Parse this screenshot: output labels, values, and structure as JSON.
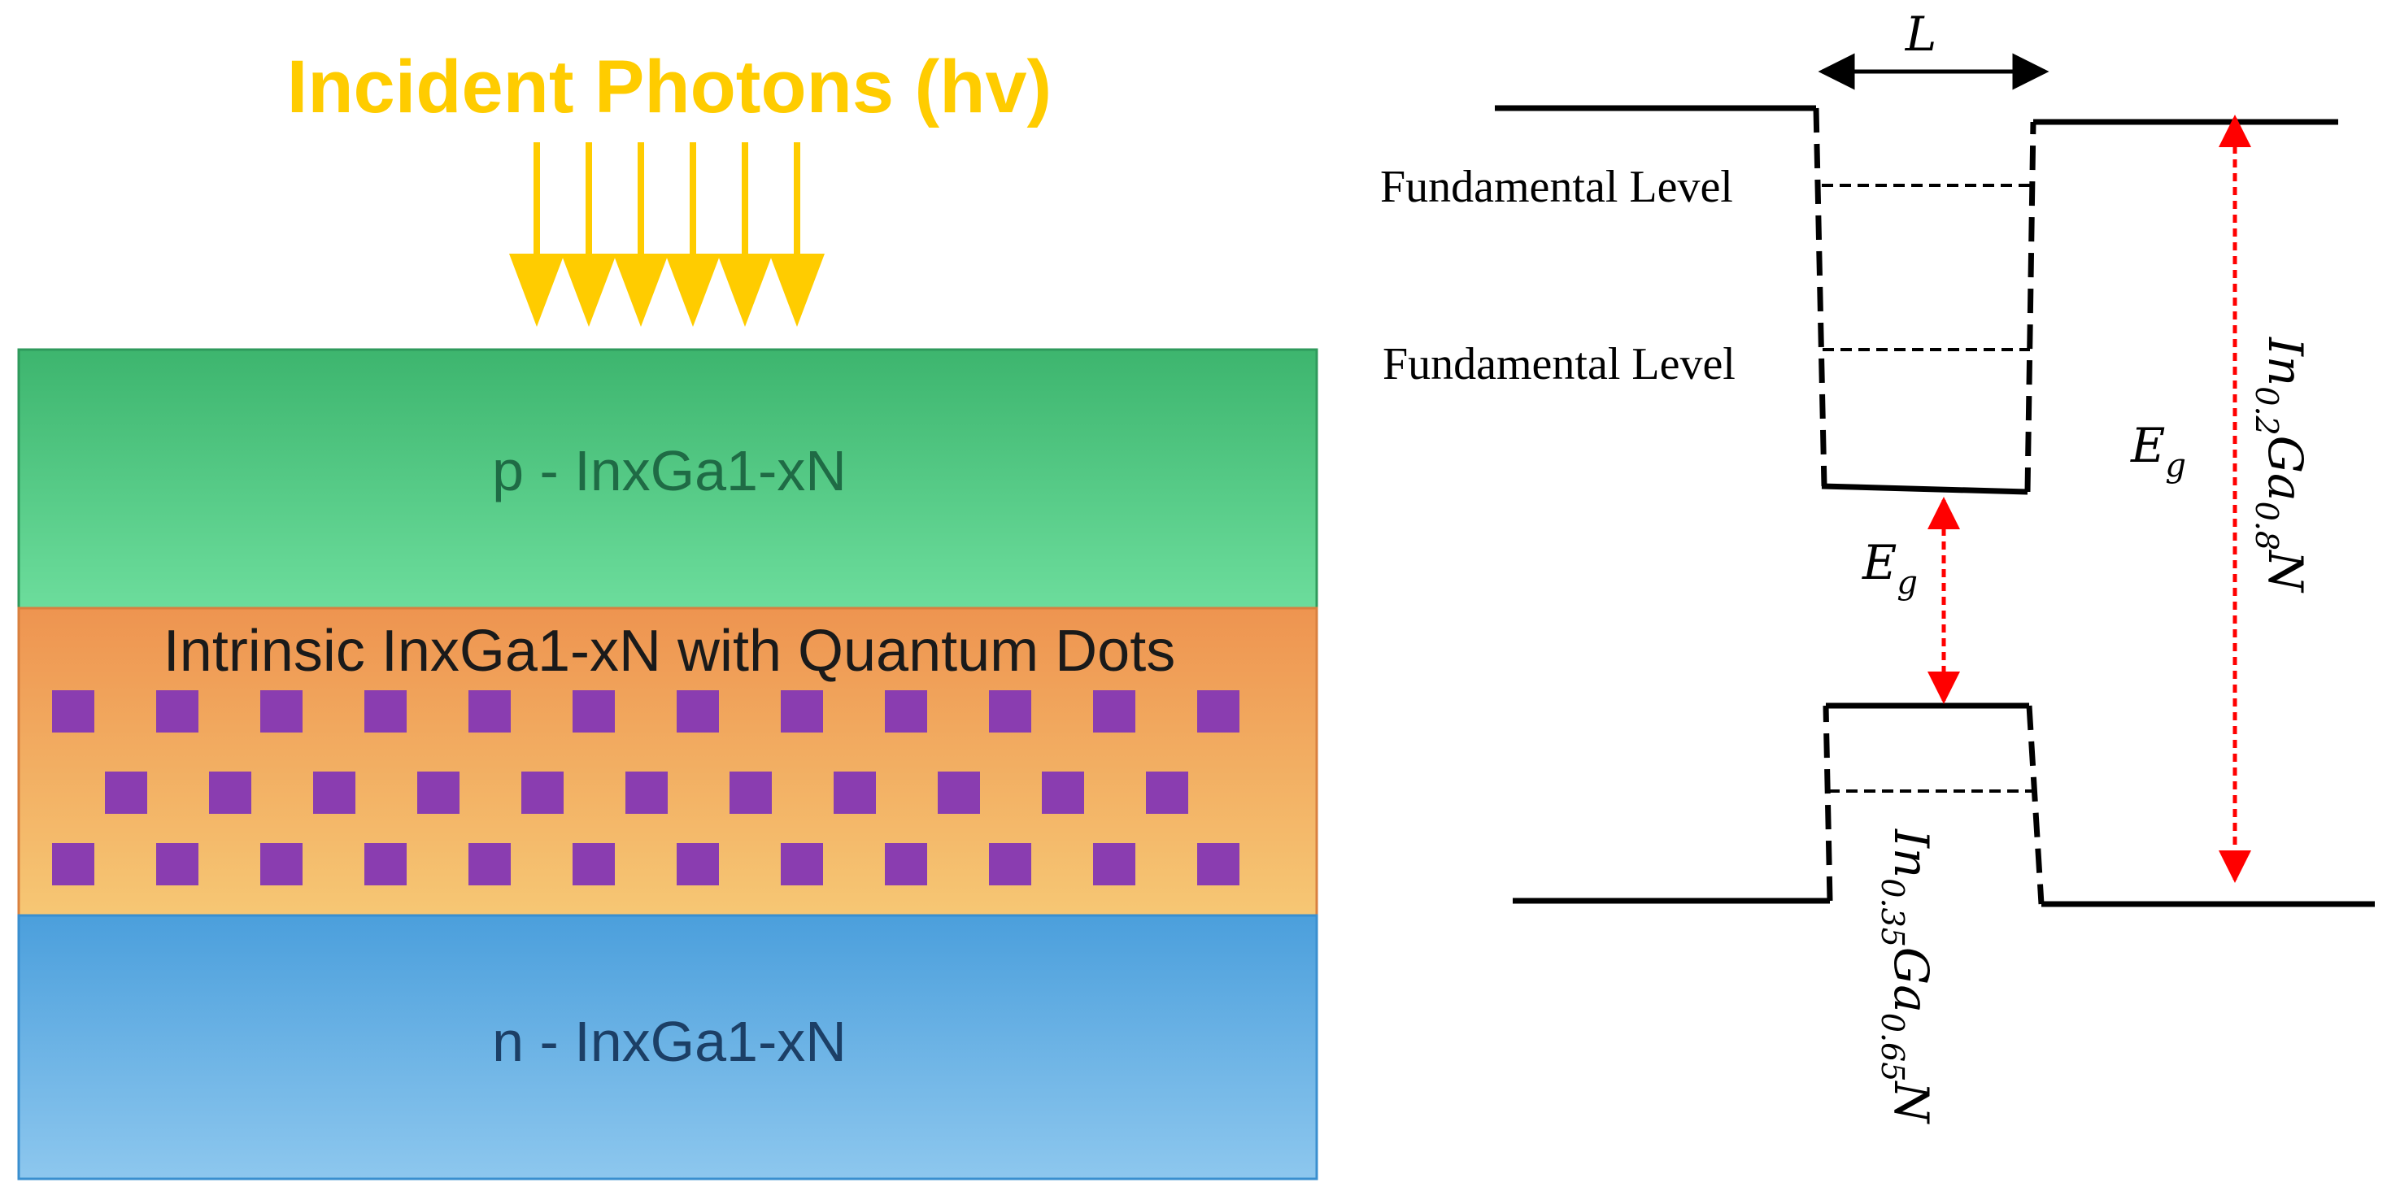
{
  "colors": {
    "photon": "#ffcc00",
    "p_layer_top": "#3db56e",
    "p_layer_bottom": "#6cdd9c",
    "i_layer_top": "#ee9450",
    "i_layer_bottom": "#f6c774",
    "n_layer_top": "#4b9fdc",
    "n_layer_bottom": "#8dc7ee",
    "quantum_dot": "#8a3db0",
    "band_line": "#000000",
    "bandgap_arrow": "#ff0000"
  },
  "device": {
    "photon_label": "Incident Photons (hv)",
    "photon_arrow_count": 6,
    "p_layer_label": "p - InxGa1-xN",
    "i_layer_label": "Intrinsic InxGa1-xN with Quantum Dots",
    "n_layer_label": "n - InxGa1-xN",
    "quantum_dot_rows": [
      12,
      11,
      12
    ]
  },
  "band_diagram": {
    "well_width_label": "L",
    "fundamental_level_1": "Fundamental Level",
    "fundamental_level_2": "Fundamental Level",
    "gap_symbol": "E",
    "gap_subscript": "g",
    "barrier_material": {
      "a": "In",
      "a_sub": "0.2",
      "b": "Ga",
      "b_sub": "0.8",
      "c": "N"
    },
    "well_material": {
      "a": "In",
      "a_sub": "0.35",
      "b": "Ga",
      "b_sub": "0.65",
      "c": "N"
    }
  }
}
